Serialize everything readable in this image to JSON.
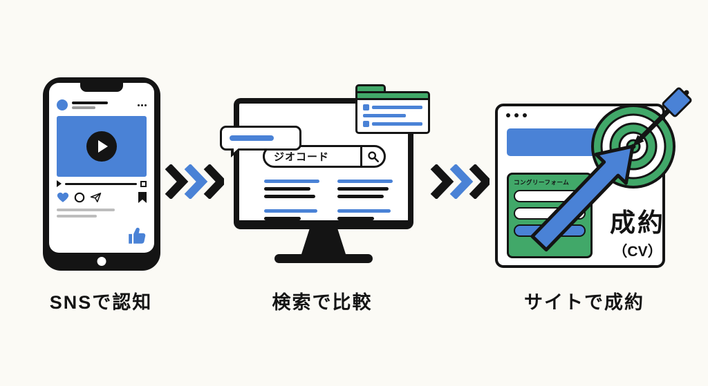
{
  "stages": {
    "sns": {
      "label": "SNSで認知"
    },
    "search": {
      "label": "検索で比較"
    },
    "site": {
      "label": "サイトで成約"
    }
  },
  "monitor": {
    "search_query": "ジオコード"
  },
  "browser": {
    "form_title": "コングリーフォーム"
  },
  "conversion": {
    "main": "成約",
    "sub": "（CV）"
  },
  "colors": {
    "accent_blue": "#4a82d6",
    "accent_green": "#41a869",
    "ink_black": "#141414",
    "background": "#fbfaf5"
  },
  "icons": {
    "play-icon": "triangle-right",
    "fullscreen-icon": "square-outline",
    "heart-icon": "heart",
    "comment-icon": "circle-outline",
    "share-icon": "paper-plane",
    "bookmark-icon": "bookmark",
    "thumbs-up-icon": "thumbs-up",
    "search-icon": "magnifier",
    "chevron-icon": "double-angle-right",
    "target-icon": "bullseye",
    "arrow-icon": "up-right-arrow",
    "dart-icon": "dart-arrow",
    "menu-dots-icon": "ellipsis",
    "window-dots-icon": "three-dots"
  }
}
